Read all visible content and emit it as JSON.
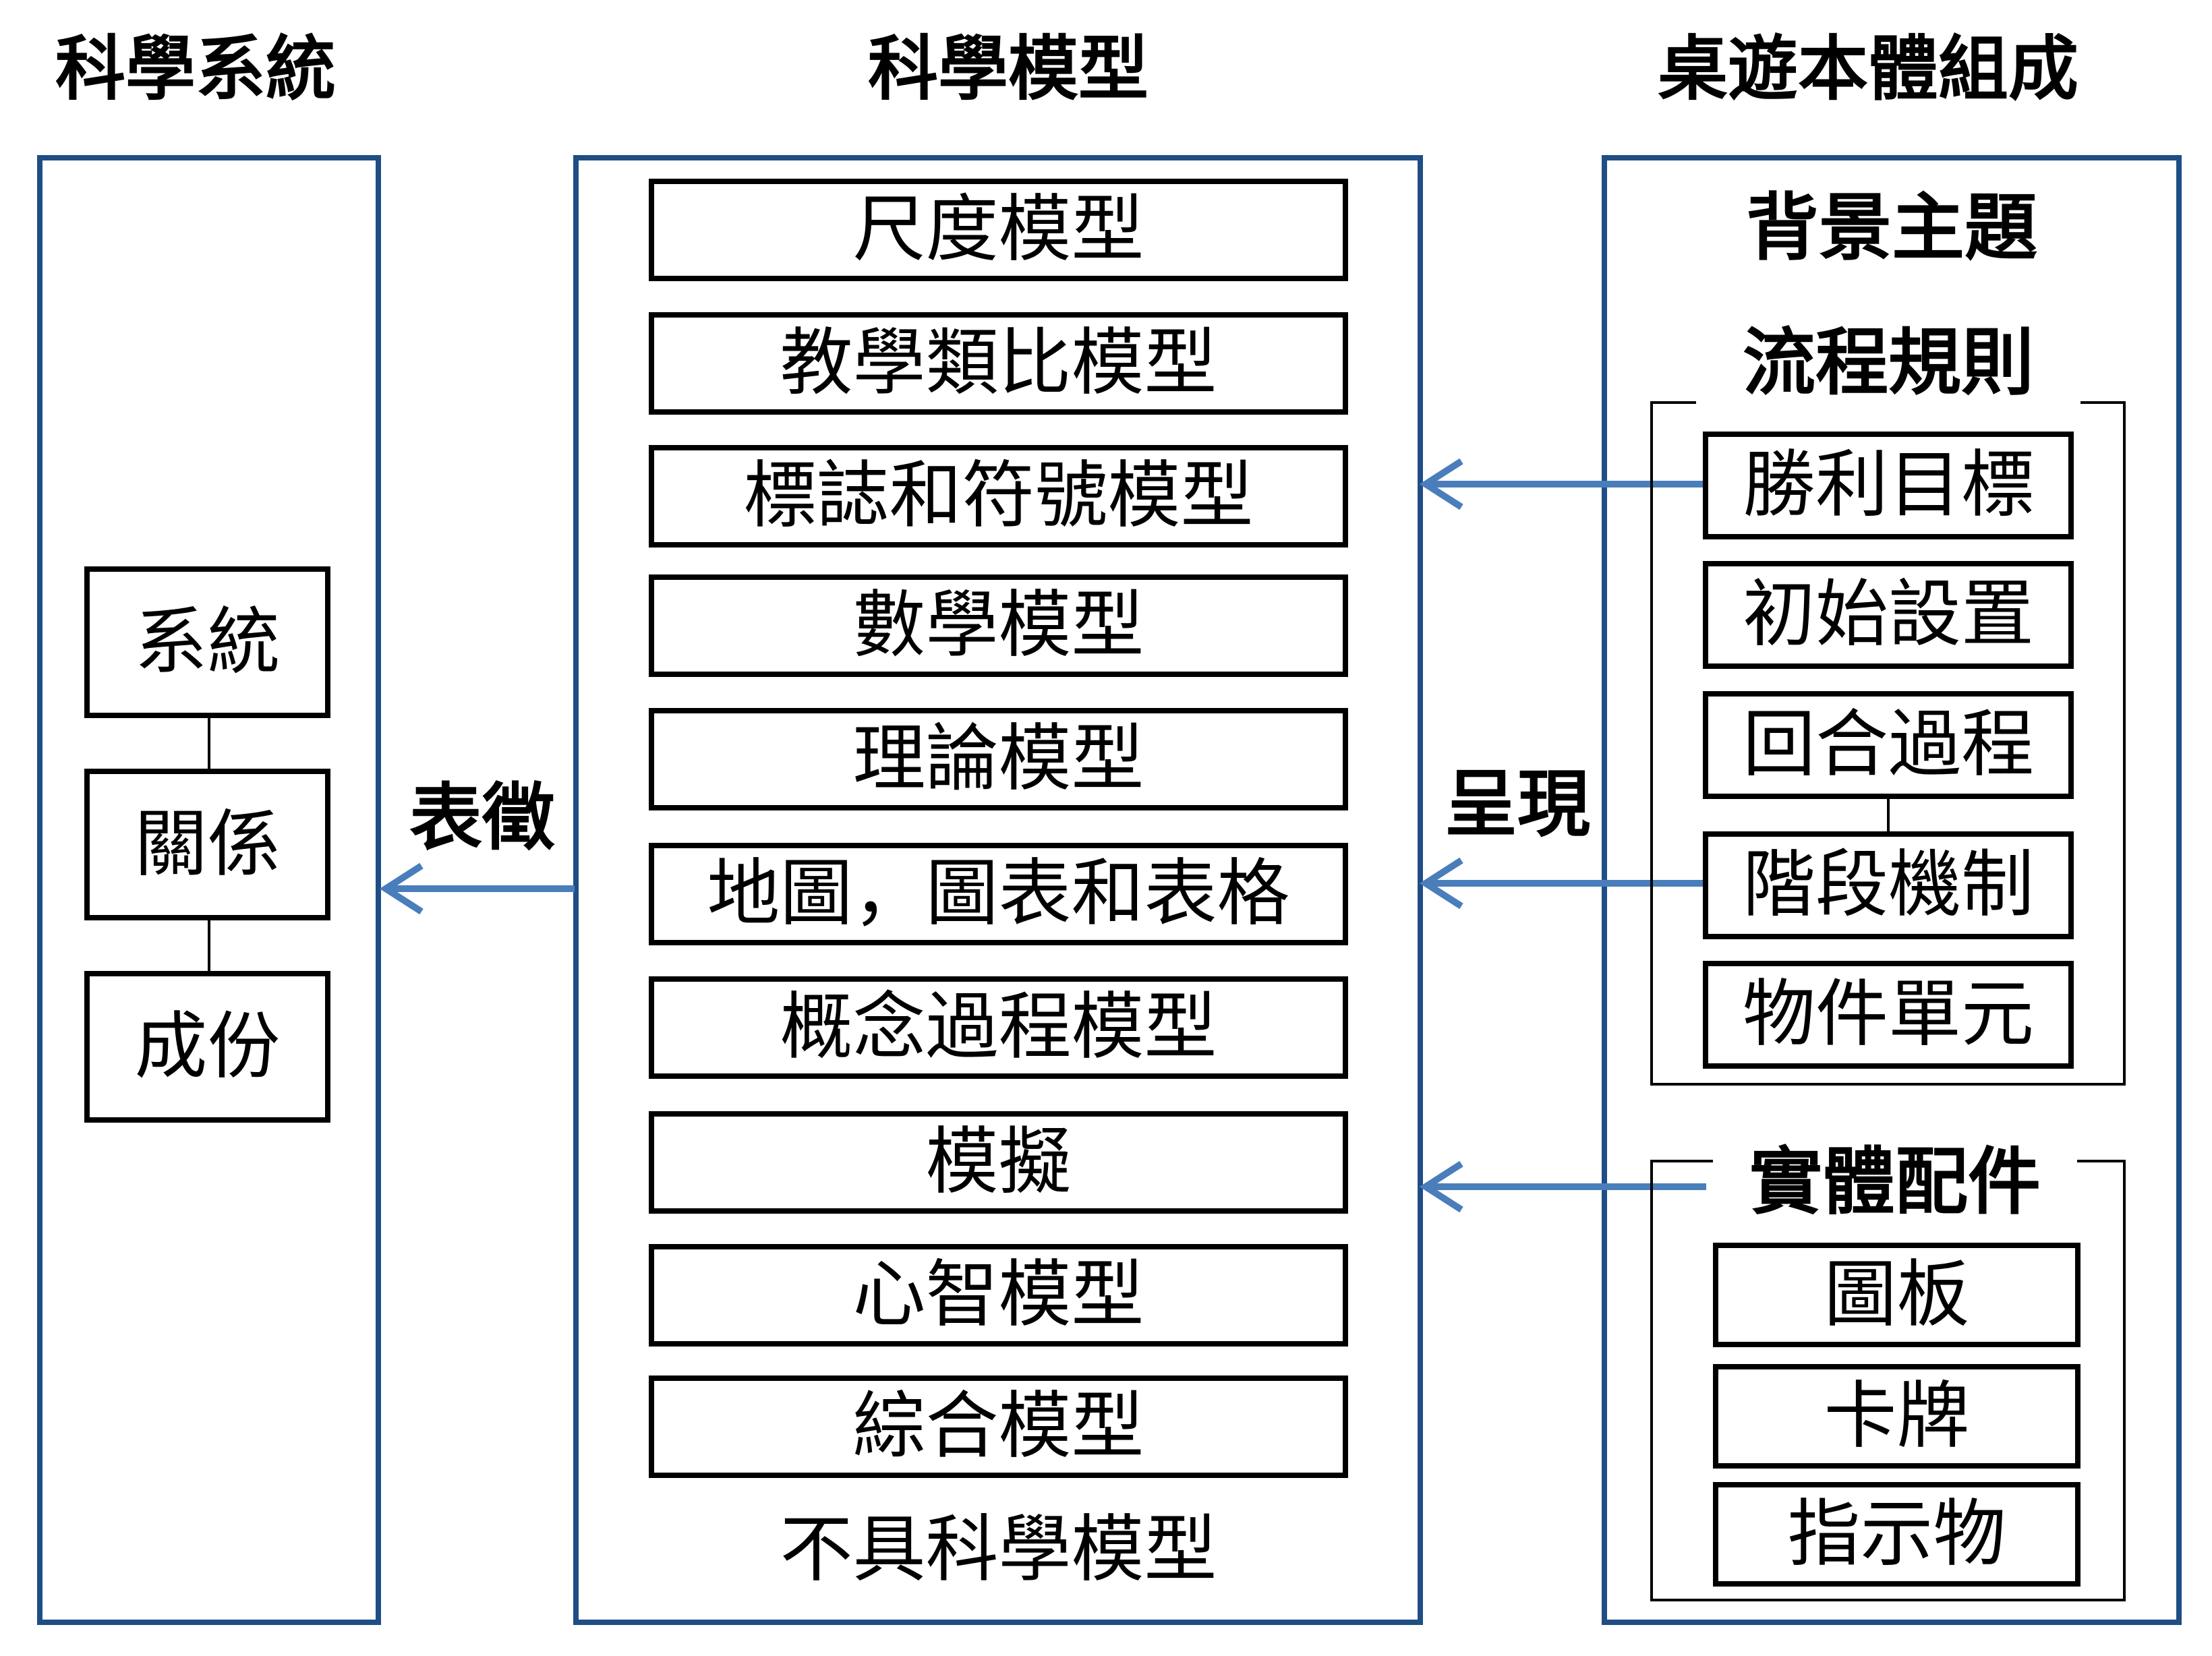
{
  "columns": {
    "system": {
      "title": "科學系統",
      "items": [
        "系統",
        "關係",
        "成份"
      ]
    },
    "models": {
      "title": "科學模型",
      "items": [
        "尺度模型",
        "教學類比模型",
        "標誌和符號模型",
        "數學模型",
        "理論模型",
        "地圖，圖表和表格",
        "概念過程模型",
        "模擬",
        "心智模型",
        "綜合模型"
      ],
      "footer": "不具科學模型"
    },
    "game": {
      "title": "桌遊本體組成",
      "theme": "背景主題",
      "flow": {
        "title": "流程規則",
        "items": [
          "勝利目標",
          "初始設置",
          "回合過程",
          "階段機制",
          "物件單元"
        ]
      },
      "physical": {
        "title": "實體配件",
        "items": [
          "圖板",
          "卡牌",
          "指示物"
        ]
      }
    }
  },
  "connectors": {
    "represent": "表徵",
    "present": "呈現"
  },
  "colors": {
    "panel_border": "#1f4e84",
    "arrow": "#4a7ebb",
    "box_border": "#000000"
  }
}
